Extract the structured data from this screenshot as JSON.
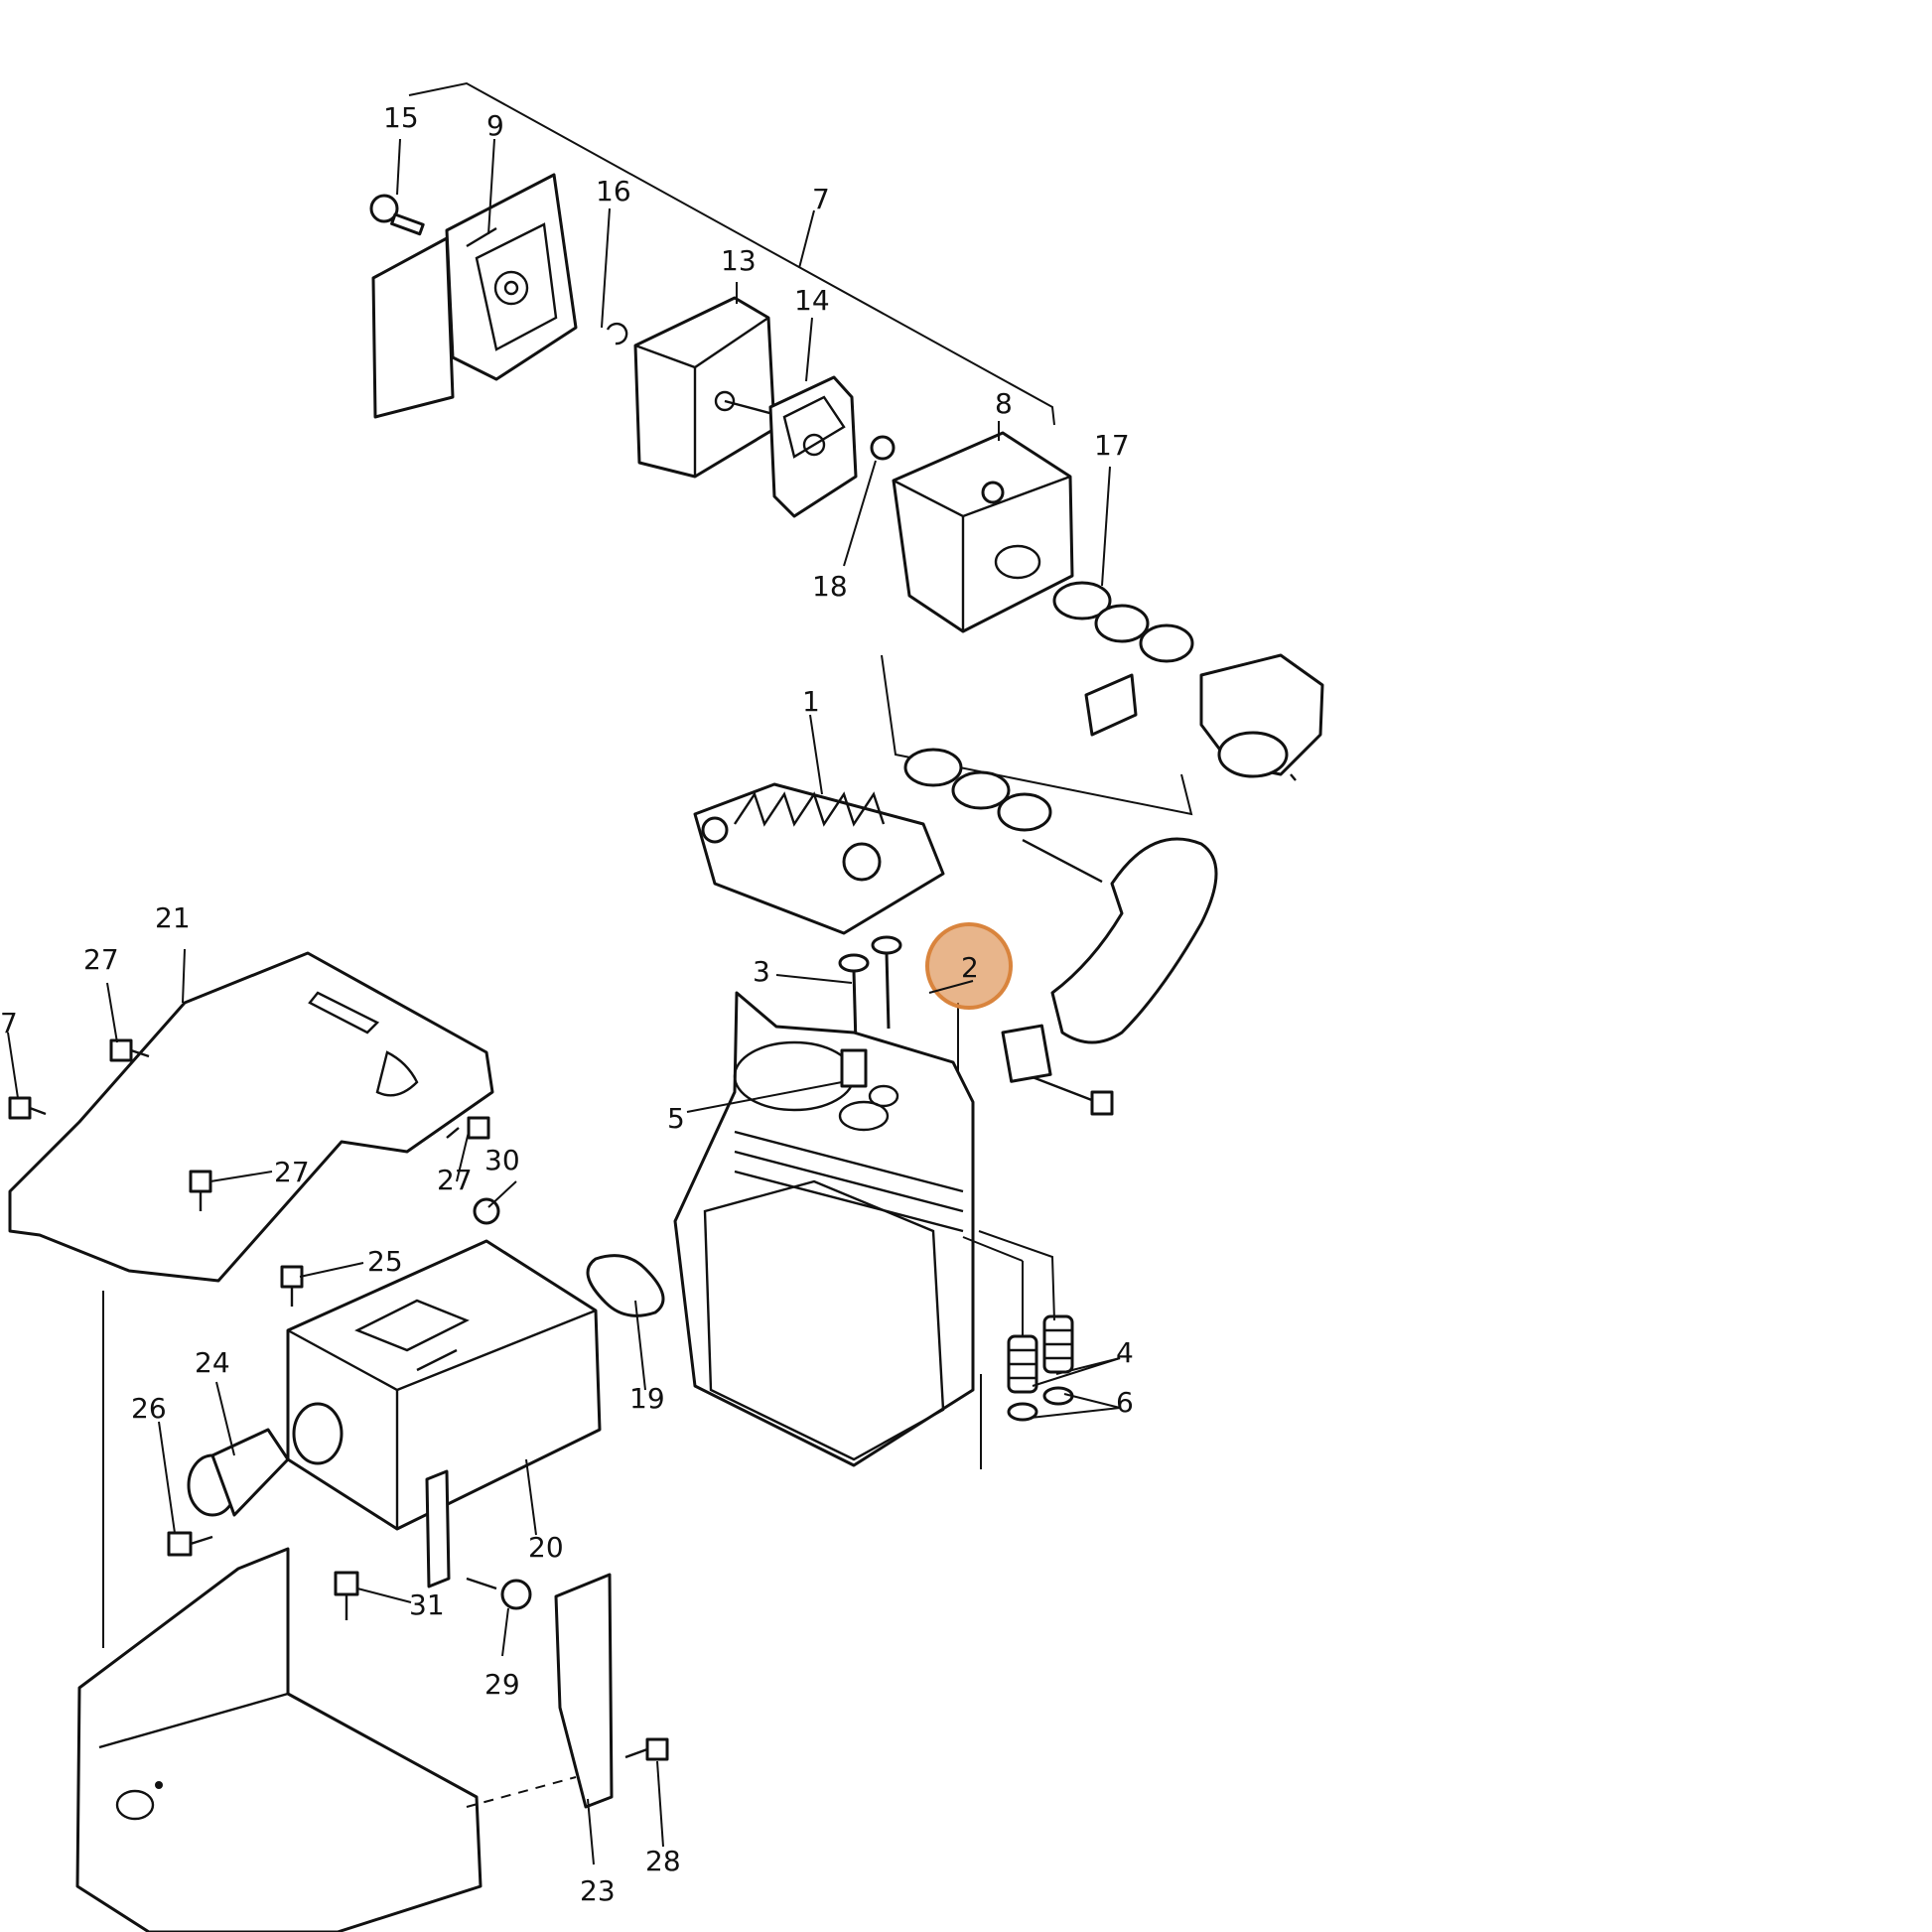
{
  "diagram": {
    "callouts": {
      "c1": "1",
      "c2": "2",
      "c3": "3",
      "c4": "4",
      "c5": "5",
      "c6": "6",
      "c7": "7",
      "c8": "8",
      "c9": "9",
      "c13": "13",
      "c14": "14",
      "c15": "15",
      "c16": "16",
      "c17": "17",
      "c18": "18",
      "c19": "19",
      "c20": "20",
      "c21": "21",
      "c23": "23",
      "c24": "24",
      "c25": "25",
      "c26": "26",
      "c27a": "27",
      "c27b": "27",
      "c27c": "27",
      "c28": "28",
      "c29": "29",
      "c30": "30",
      "c31": "31",
      "c27edge": "7"
    },
    "highlight_color": "#d9843d",
    "highlighted_callout": "2"
  }
}
